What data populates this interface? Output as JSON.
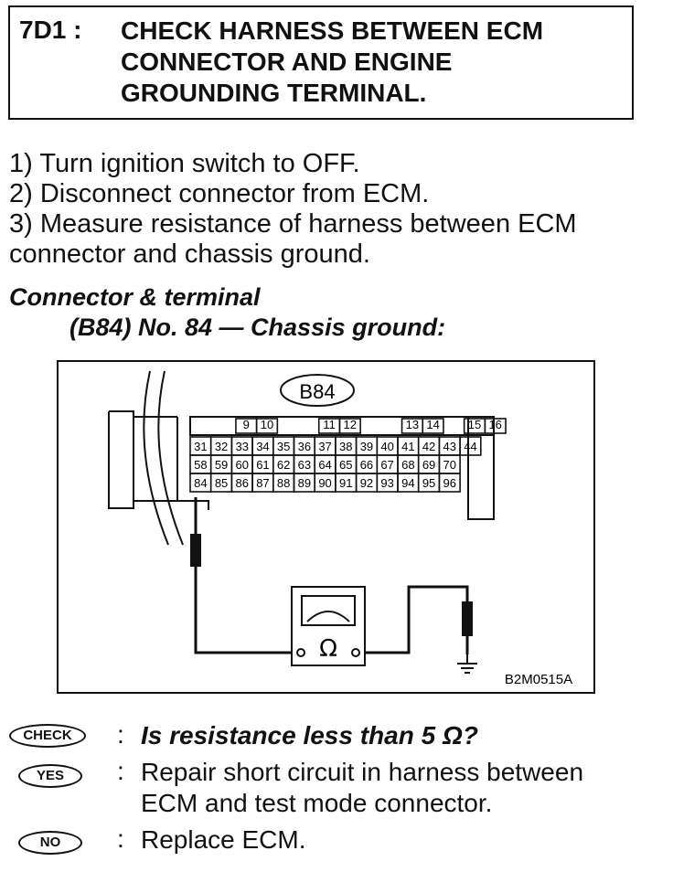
{
  "header": {
    "code": "7D1 :",
    "title_lines": [
      "CHECK HARNESS BETWEEN ECM",
      "CONNECTOR AND ENGINE",
      "GROUNDING TERMINAL."
    ]
  },
  "steps": [
    "1)  Turn ignition switch to OFF.",
    "2)  Disconnect connector from ECM.",
    "3)  Measure resistance of harness between ECM",
    "connector and chassis ground."
  ],
  "connector_heading": "Connector & terminal",
  "connector_detail": "(B84) No. 84 — Chassis ground:",
  "figure": {
    "connector_label": "B84",
    "row1": [
      "9",
      "10",
      "11",
      "12",
      "13",
      "14",
      "15",
      "16"
    ],
    "row2": [
      "31",
      "32",
      "33",
      "34",
      "35",
      "36",
      "37",
      "38",
      "39",
      "40",
      "41",
      "42",
      "43",
      "44"
    ],
    "row3": [
      "58",
      "59",
      "60",
      "61",
      "62",
      "63",
      "64",
      "65",
      "66",
      "67",
      "68",
      "69",
      "70"
    ],
    "row4": [
      "84",
      "85",
      "86",
      "87",
      "88",
      "89",
      "90",
      "91",
      "92",
      "93",
      "94",
      "95",
      "96"
    ],
    "meter_symbol": "Ω",
    "figure_code": "B2M0515A"
  },
  "results": {
    "check": {
      "badge": "CHECK",
      "text": "Is resistance less than 5 Ω?"
    },
    "yes": {
      "badge": "YES",
      "lines": [
        "Repair short circuit in harness between",
        "ECM and test mode connector."
      ]
    },
    "no": {
      "badge": "NO",
      "text": "Replace ECM."
    },
    "colon": ":"
  }
}
